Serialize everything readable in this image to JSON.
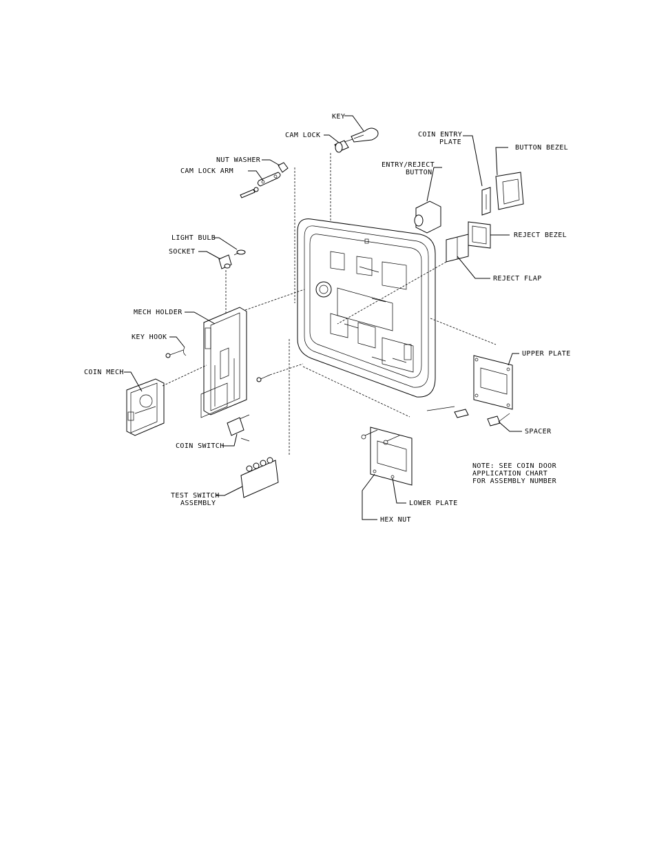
{
  "labels": {
    "key": "KEY",
    "cam_lock": "CAM LOCK",
    "nut_washer": "NUT WASHER",
    "cam_lock_arm": "CAM LOCK ARM",
    "coin_entry_plate_1": "COIN ENTRY",
    "coin_entry_plate_2": "PLATE",
    "button_bezel": "BUTTON BEZEL",
    "entry_reject_button_1": "ENTRY/REJECT",
    "entry_reject_button_2": "BUTTON",
    "reject_bezel": "REJECT BEZEL",
    "reject_flap": "REJECT FLAP",
    "light_bulb": "LIGHT BULB",
    "socket": "SOCKET",
    "mech_holder": "MECH HOLDER",
    "key_hook": "KEY HOOK",
    "coin_mech": "COIN MECH",
    "upper_plate": "UPPER PLATE",
    "spacer": "SPACER",
    "coin_switch": "COIN SWITCH",
    "test_switch_assembly_1": "TEST SWITCH",
    "test_switch_assembly_2": "ASSEMBLY",
    "lower_plate": "LOWER PLATE",
    "hex_nut": "HEX NUT",
    "note_1": "NOTE:  SEE COIN DOOR",
    "note_2": "APPLICATION CHART",
    "note_3": "FOR ASSEMBLY NUMBER"
  },
  "colors": {
    "ink": "#000000",
    "paper": "#ffffff"
  }
}
